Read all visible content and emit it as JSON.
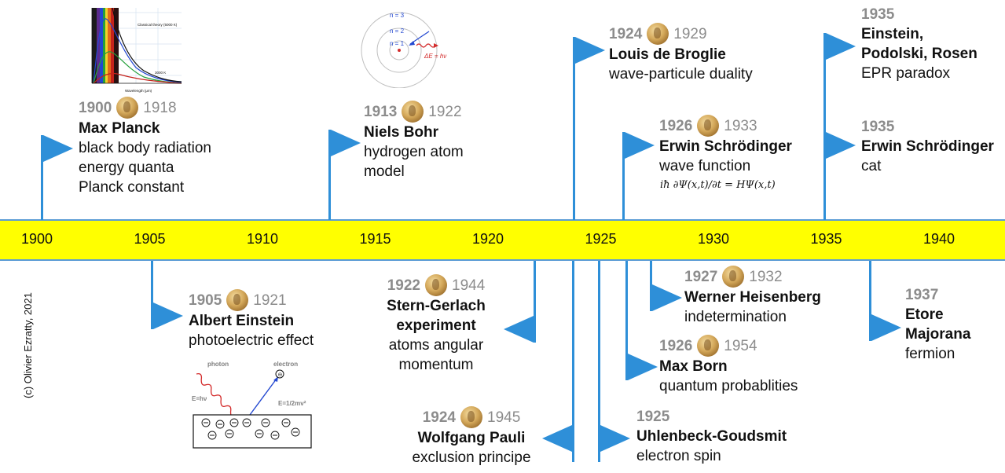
{
  "timeline": {
    "years": [
      "1900",
      "1905",
      "1910",
      "1915",
      "1920",
      "1925",
      "1930",
      "1935",
      "1940"
    ],
    "copyright": "(c) Olivier Ezratty, 2021",
    "band_color": "#ffff00",
    "accent_color": "#2e8fd8",
    "medal_icon": "nobel-medal-icon"
  },
  "events": [
    {
      "year": "1900",
      "nobel": "1918",
      "name": "Max Planck",
      "desc": [
        "black body radiation",
        "energy quanta",
        "Planck constant"
      ]
    },
    {
      "year": "1913",
      "nobel": "1922",
      "name": "Niels Bohr",
      "desc": [
        "hydrogen atom",
        "model"
      ]
    },
    {
      "year": "1924",
      "nobel": "1929",
      "name": "Louis de Broglie",
      "desc": [
        "wave-particule duality"
      ]
    },
    {
      "year": "1926",
      "nobel": "1933",
      "name": "Erwin Schrödinger",
      "desc": [
        "wave function"
      ]
    },
    {
      "year": "1935",
      "name": [
        "Einstein,",
        "Podolski, Rosen"
      ],
      "desc": [
        "EPR paradox"
      ]
    },
    {
      "year": "1935",
      "name": "Erwin Schrödinger",
      "desc": [
        "cat"
      ]
    },
    {
      "year": "1905",
      "nobel": "1921",
      "name": "Albert Einstein",
      "desc": [
        "photoelectric effect"
      ]
    },
    {
      "year": "1922",
      "nobel": "1944",
      "name": [
        "Stern-Gerlach",
        "experiment"
      ],
      "desc": [
        "atoms angular",
        "momentum"
      ]
    },
    {
      "year": "1924",
      "nobel": "1945",
      "name": "Wolfgang Pauli",
      "desc": [
        "exclusion principe"
      ]
    },
    {
      "year": "1927",
      "nobel": "1932",
      "name": "Werner Heisenberg",
      "desc": [
        "indetermination"
      ]
    },
    {
      "year": "1926",
      "nobel": "1954",
      "name": "Max Born",
      "desc": [
        "quantum probablities"
      ]
    },
    {
      "year": "1925",
      "name": "Uhlenbeck-Goudsmit",
      "desc": [
        "electron spin"
      ]
    },
    {
      "year": "1937",
      "name": [
        "Etore",
        "Majorana"
      ],
      "desc": [
        "fermion"
      ]
    }
  ],
  "illustrations": {
    "bohr": {
      "n3": "n = 3",
      "n2": "n = 2",
      "n1": "n = 1",
      "energy": "ΔE = hν"
    },
    "photo": {
      "photon": "photon",
      "electron": "electron",
      "e_hv": "E=hν",
      "e_kin": "E=1/2mv²"
    },
    "schrodinger_formula": "iħ ∂Ψ(x,t)/∂t = HΨ(x,t)",
    "planck_plot": {
      "label": "Classical theory (5000 K)",
      "t3000": "3000 K",
      "xlabel": "Wavelength (μm)"
    }
  }
}
